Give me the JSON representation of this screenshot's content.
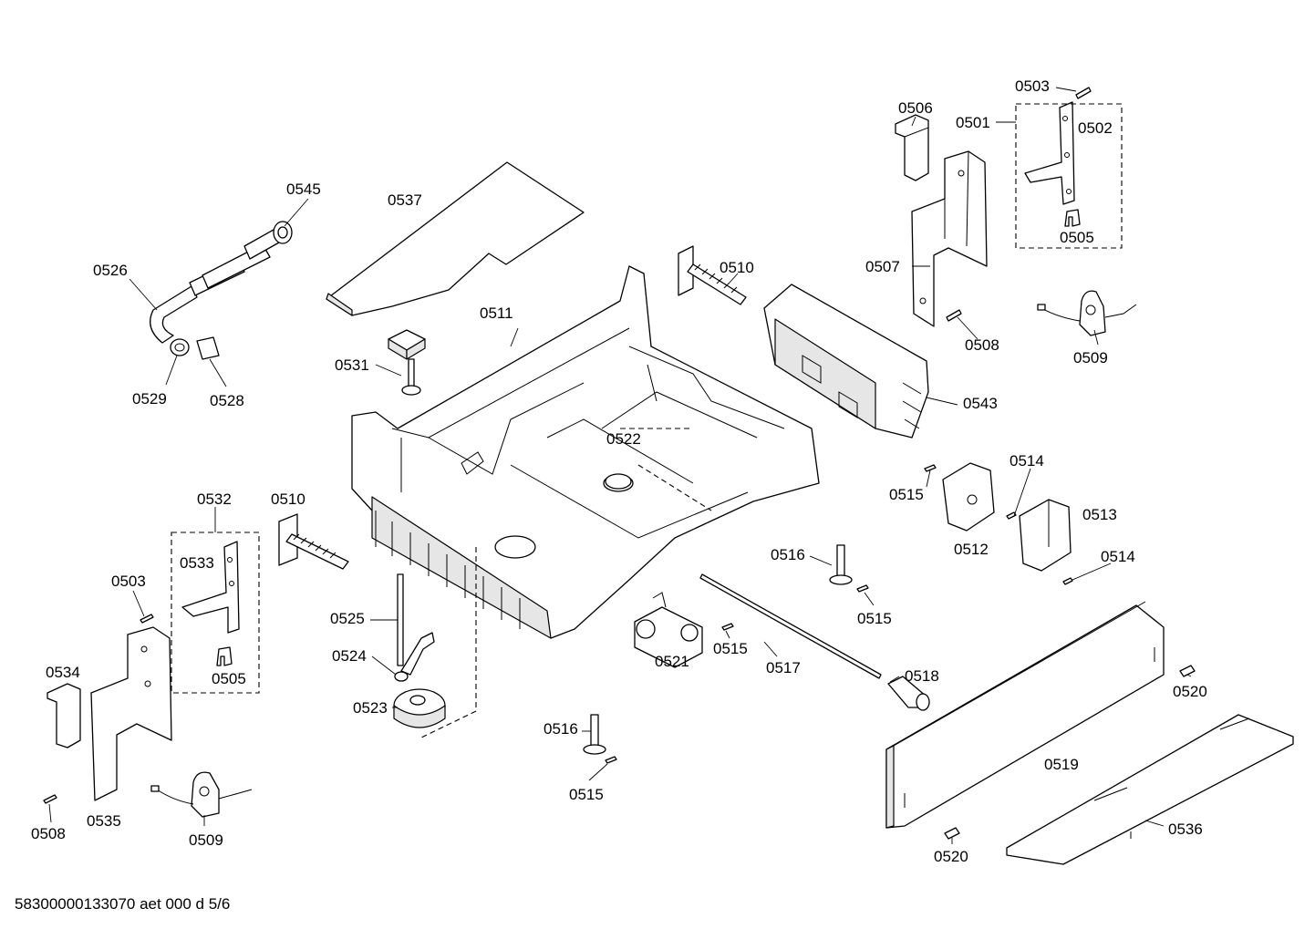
{
  "document_code": "58300000133070 aet 000 d 5/6",
  "labels": [
    {
      "key": "0503a",
      "text": "0503"
    },
    {
      "key": "0501",
      "text": "0501"
    },
    {
      "key": "0502",
      "text": "0502"
    },
    {
      "key": "0506",
      "text": "0506"
    },
    {
      "key": "0505a",
      "text": "0505"
    },
    {
      "key": "0507",
      "text": "0507"
    },
    {
      "key": "0508a",
      "text": "0508"
    },
    {
      "key": "0509a",
      "text": "0509"
    },
    {
      "key": "0543",
      "text": "0543"
    },
    {
      "key": "0545",
      "text": "0545"
    },
    {
      "key": "0537",
      "text": "0537"
    },
    {
      "key": "0526",
      "text": "0526"
    },
    {
      "key": "0510a",
      "text": "0510"
    },
    {
      "key": "0511",
      "text": "0511"
    },
    {
      "key": "0531",
      "text": "0531"
    },
    {
      "key": "0529",
      "text": "0529"
    },
    {
      "key": "0528",
      "text": "0528"
    },
    {
      "key": "0522",
      "text": "0522"
    },
    {
      "key": "0514a",
      "text": "0514"
    },
    {
      "key": "0515a",
      "text": "0515"
    },
    {
      "key": "0513",
      "text": "0513"
    },
    {
      "key": "0512",
      "text": "0512"
    },
    {
      "key": "0514b",
      "text": "0514"
    },
    {
      "key": "0532",
      "text": "0532"
    },
    {
      "key": "0510b",
      "text": "0510"
    },
    {
      "key": "0533",
      "text": "0533"
    },
    {
      "key": "0516a",
      "text": "0516"
    },
    {
      "key": "0515b",
      "text": "0515"
    },
    {
      "key": "0503b",
      "text": "0503"
    },
    {
      "key": "0525",
      "text": "0525"
    },
    {
      "key": "0521",
      "text": "0521"
    },
    {
      "key": "0515c",
      "text": "0515"
    },
    {
      "key": "0517",
      "text": "0517"
    },
    {
      "key": "0518",
      "text": "0518"
    },
    {
      "key": "0520a",
      "text": "0520"
    },
    {
      "key": "0524",
      "text": "0524"
    },
    {
      "key": "0505b",
      "text": "0505"
    },
    {
      "key": "0534",
      "text": "0534"
    },
    {
      "key": "0523",
      "text": "0523"
    },
    {
      "key": "0516b",
      "text": "0516"
    },
    {
      "key": "0519",
      "text": "0519"
    },
    {
      "key": "0515d",
      "text": "0515"
    },
    {
      "key": "0536",
      "text": "0536"
    },
    {
      "key": "0508b",
      "text": "0508"
    },
    {
      "key": "0535",
      "text": "0535"
    },
    {
      "key": "0509b",
      "text": "0509"
    },
    {
      "key": "0520b",
      "text": "0520"
    }
  ]
}
